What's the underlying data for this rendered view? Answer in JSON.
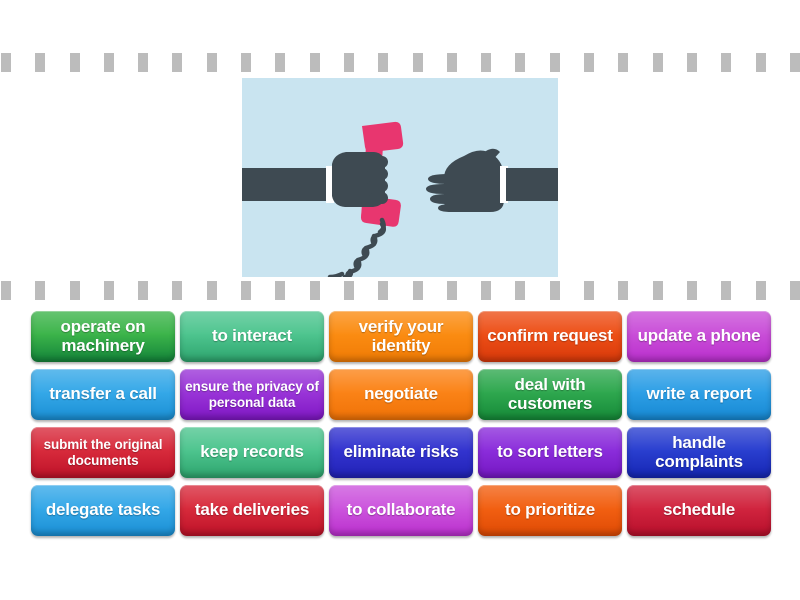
{
  "page": {
    "background": "#ffffff",
    "type": "matching-game-board"
  },
  "filmstrip": {
    "hole_count": 24,
    "hole_color": "#bcbcbc",
    "top_label": "film-perforation-row-top",
    "bottom_label": "film-perforation-row-bottom"
  },
  "illustration": {
    "name": "hand-passing-telephone-handset",
    "background": "#c9e4f0",
    "sleeve_color": "#3e4a52",
    "hand_color": "#3e4a52",
    "cuff_color": "#ffffff",
    "handset_color": "#e8366f",
    "cord_color": "#3e4a52"
  },
  "tiles": {
    "rows": [
      [
        {
          "label": "operate on machinery",
          "color_top": "#3cb44a",
          "color_bottom": "#13843a",
          "size": "normal"
        },
        {
          "label": "to interact",
          "color_top": "#4ec58f",
          "color_bottom": "#2da46d",
          "size": "normal"
        },
        {
          "label": "verify your identity",
          "color_top": "#fb8c12",
          "color_bottom": "#f07b05",
          "size": "normal"
        },
        {
          "label": "confirm request",
          "color_top": "#ed4f17",
          "color_bottom": "#d8390a",
          "size": "normal"
        },
        {
          "label": "update a phone",
          "color_top": "#c94ed8",
          "color_bottom": "#ba2fcd",
          "size": "normal"
        }
      ],
      [
        {
          "label": "transfer a call",
          "color_top": "#35a8e8",
          "color_bottom": "#1a8fd4",
          "size": "normal"
        },
        {
          "label": "ensure the privacy of personal data",
          "color_top": "#9a35d8",
          "color_bottom": "#7f17c4",
          "size": "small"
        },
        {
          "label": "negotiate",
          "color_top": "#fb8317",
          "color_bottom": "#ef7207",
          "size": "normal"
        },
        {
          "label": "deal with customers",
          "color_top": "#2fa84f",
          "color_bottom": "#158a38",
          "size": "normal"
        },
        {
          "label": "write a report",
          "color_top": "#2e9fe6",
          "color_bottom": "#1688d2",
          "size": "normal"
        }
      ],
      [
        {
          "label": "submit the original documents",
          "color_top": "#d82b3c",
          "color_bottom": "#bd1228",
          "size": "small"
        },
        {
          "label": "keep records",
          "color_top": "#4ec58f",
          "color_bottom": "#2da46d",
          "size": "normal"
        },
        {
          "label": "eliminate risks",
          "color_top": "#3334cf",
          "color_bottom": "#2122b6",
          "size": "normal"
        },
        {
          "label": "to sort letters",
          "color_top": "#8b2ddb",
          "color_bottom": "#7417c2",
          "size": "normal"
        },
        {
          "label": "handle complaints",
          "color_top": "#2a3fd0",
          "color_bottom": "#1526b4",
          "size": "normal"
        }
      ],
      [
        {
          "label": "delegate tasks",
          "color_top": "#35a8e8",
          "color_bottom": "#1a8fd4",
          "size": "normal"
        },
        {
          "label": "take deliveries",
          "color_top": "#d82b3c",
          "color_bottom": "#bd1228",
          "size": "normal"
        },
        {
          "label": "to collaborate",
          "color_top": "#cc55dd",
          "color_bottom": "#ba2fcd",
          "size": "normal"
        },
        {
          "label": "to prioritize",
          "color_top": "#f26012",
          "color_bottom": "#df4a05",
          "size": "normal"
        },
        {
          "label": "schedule",
          "color_top": "#d1253f",
          "color_bottom": "#b70f2b",
          "size": "normal"
        }
      ]
    ]
  }
}
